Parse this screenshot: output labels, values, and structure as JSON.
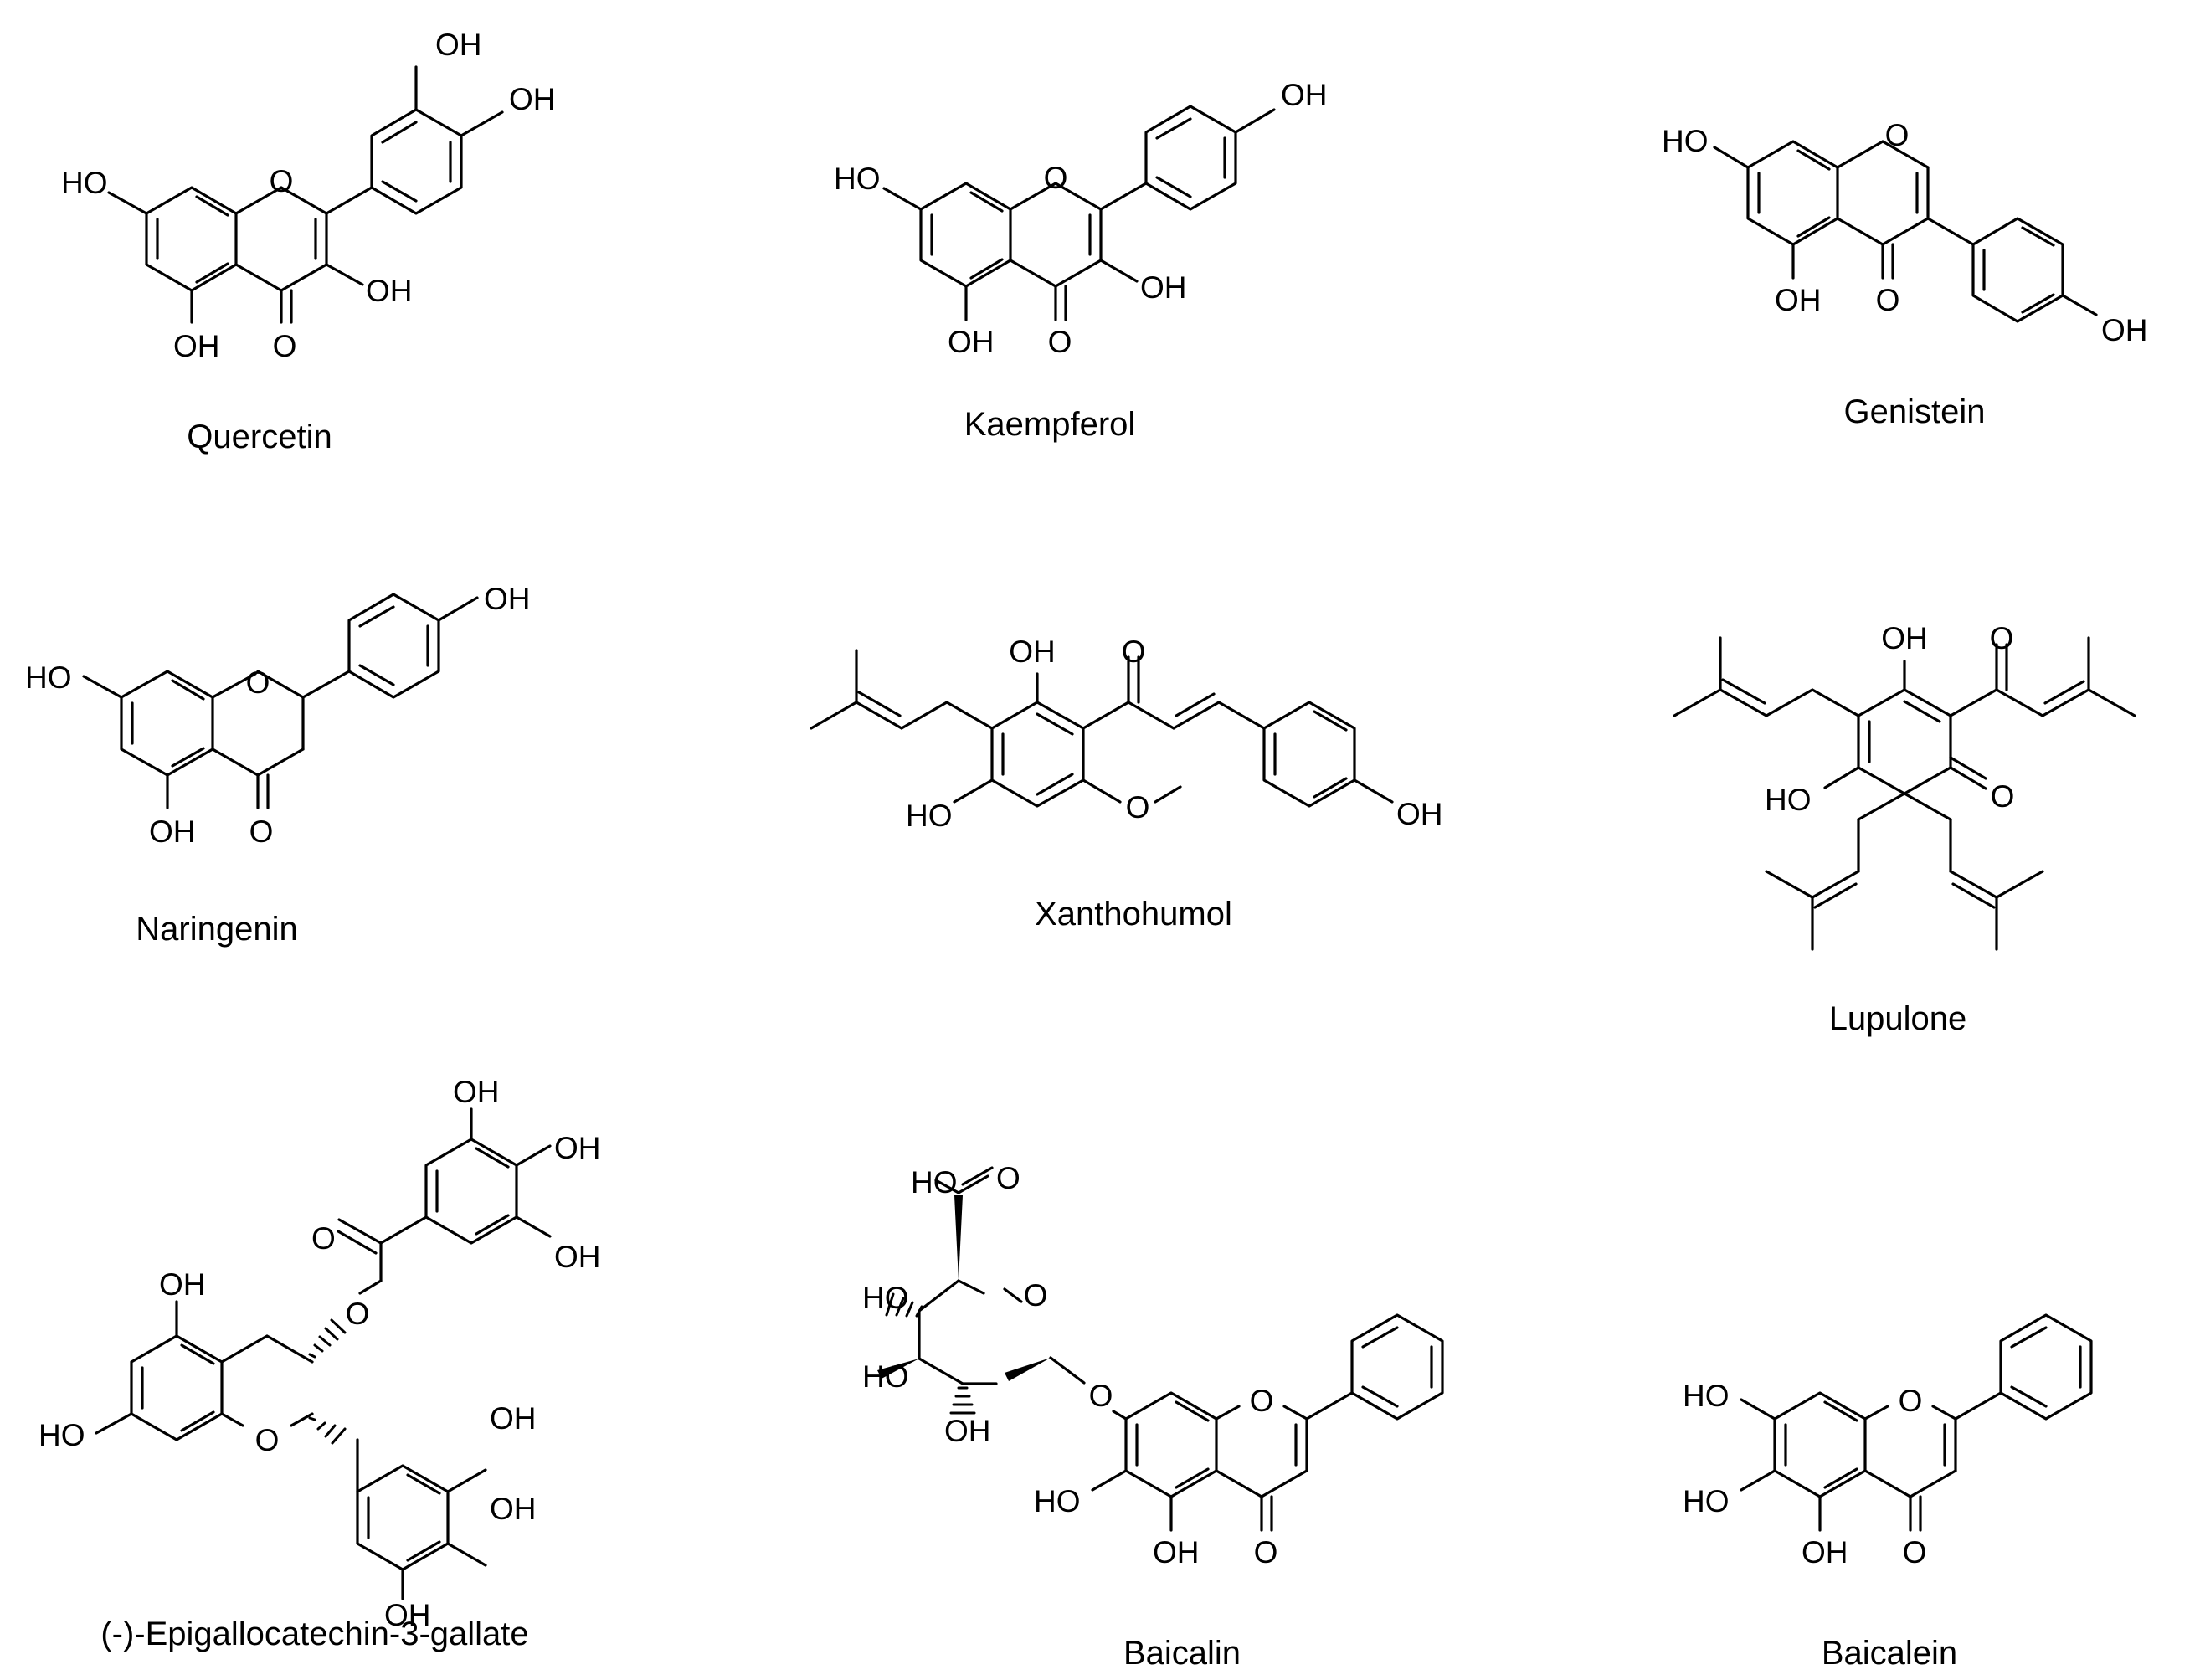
{
  "compounds": [
    {
      "name": "Quercetin",
      "labels": [
        "OH",
        "OH",
        "HO",
        "O",
        "OH",
        "OH",
        "O"
      ]
    },
    {
      "name": "Kaempferol",
      "labels": [
        "OH",
        "HO",
        "O",
        "OH",
        "OH",
        "O"
      ]
    },
    {
      "name": "Genistein",
      "labels": [
        "HO",
        "O",
        "OH",
        "O",
        "OH"
      ]
    },
    {
      "name": "Naringenin",
      "labels": [
        "OH",
        "HO",
        "O",
        "OH",
        "O"
      ]
    },
    {
      "name": "Xanthohumol",
      "labels": [
        "OH",
        "O",
        "HO",
        "O",
        "OH"
      ]
    },
    {
      "name": "Lupulone",
      "labels": [
        "OH",
        "O",
        "HO",
        "O"
      ]
    },
    {
      "name": "(-)-Epigallocatechin-3-gallate",
      "labels": [
        "OH",
        "OH",
        "OH",
        "O",
        "O",
        "OH",
        "HO",
        "O",
        "OH",
        "OH",
        "OH"
      ]
    },
    {
      "name": "Baicalin",
      "labels": [
        "HO",
        "O",
        "HO",
        "O",
        "HO",
        "OH",
        "O",
        "O",
        "HO",
        "OH",
        "O"
      ]
    },
    {
      "name": "Baicalein",
      "labels": [
        "HO",
        "O",
        "HO",
        "OH",
        "O"
      ]
    }
  ]
}
